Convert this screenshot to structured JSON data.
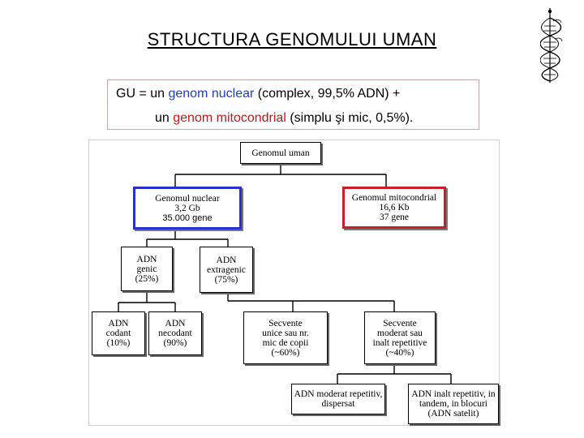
{
  "title": "STRUCTURA  GENOMULUI  UMAN",
  "summary": {
    "line1_a": "GU = un ",
    "line1_b": "genom nuclear",
    "line1_c": " (complex, 99,5% ADN) +",
    "line2_a": "un ",
    "line2_b": "genom mitocondrial",
    "line2_c": " (simplu şi mic, 0,5%)."
  },
  "colors": {
    "nuclear": "#2a2fd0",
    "mitochondrial": "#c8202a"
  },
  "icons": {
    "corner": "dna-helix-icon"
  },
  "diagram": {
    "root": "Genomul  uman",
    "nuclear": {
      "line1": "Genomul nuclear",
      "line2": "3,2 Gb",
      "line3": "35.000 gene"
    },
    "mito": {
      "line1": "Genomul  mitocondrial",
      "line2": "16,6 Kb",
      "line3": "37 gene"
    },
    "genic": {
      "line1": "ADN",
      "line2": "genic",
      "line3": "(25%)"
    },
    "extragenic": {
      "line1": "ADN",
      "line2": "extragenic",
      "line3": "(75%)"
    },
    "codant": {
      "line1": "ADN",
      "line2": "codant",
      "line3": "(10%)"
    },
    "necodant": {
      "line1": "ADN",
      "line2": "necodant",
      "line3": "(90%)"
    },
    "unique": {
      "line1": "Secvente",
      "line2": "unice sau nr.",
      "line3": "mic de copii",
      "line4": "(~60%)"
    },
    "repetitive": {
      "line1": "Secvente",
      "line2": "moderat sau",
      "line3": "inalt repetitive",
      "line4": "(~40%)"
    },
    "dispersed": {
      "line1": "ADN moderat repetitiv,",
      "line2": "dispersat"
    },
    "tandem": {
      "line1": "ADN inalt repetitiv, in",
      "line2": "tandem, in blocuri",
      "line3": "(ADN satelit)"
    }
  }
}
